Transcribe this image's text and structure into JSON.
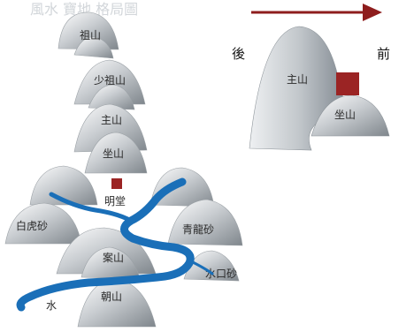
{
  "header_faint_text": "風水 寶地 格局圖",
  "plan_view": {
    "mountains": [
      {
        "id": "shao-zu-shan",
        "label": "祖山"
      },
      {
        "id": "shao-zu-shan-2",
        "label": "少祖山"
      },
      {
        "id": "zhu-shan",
        "label": "主山"
      },
      {
        "id": "zuo-shan",
        "label": "坐山"
      },
      {
        "id": "bai-hu-sha",
        "label": "白虎砂"
      },
      {
        "id": "qing-long-sha",
        "label": "青龍砂"
      },
      {
        "id": "an-shan",
        "label": "案山"
      },
      {
        "id": "chao-shan",
        "label": "朝山"
      },
      {
        "id": "shui-kou-sha",
        "label": "水口砂"
      }
    ],
    "site_label": "明堂",
    "water_label": "水"
  },
  "section_view": {
    "back_label": "後",
    "front_label": "前",
    "main_mountain_label": "主山",
    "seat_mountain_label": "坐山"
  },
  "colors": {
    "river": "#1a6fb8",
    "site": "#9b2424",
    "arrow": "#8e1d1d"
  }
}
